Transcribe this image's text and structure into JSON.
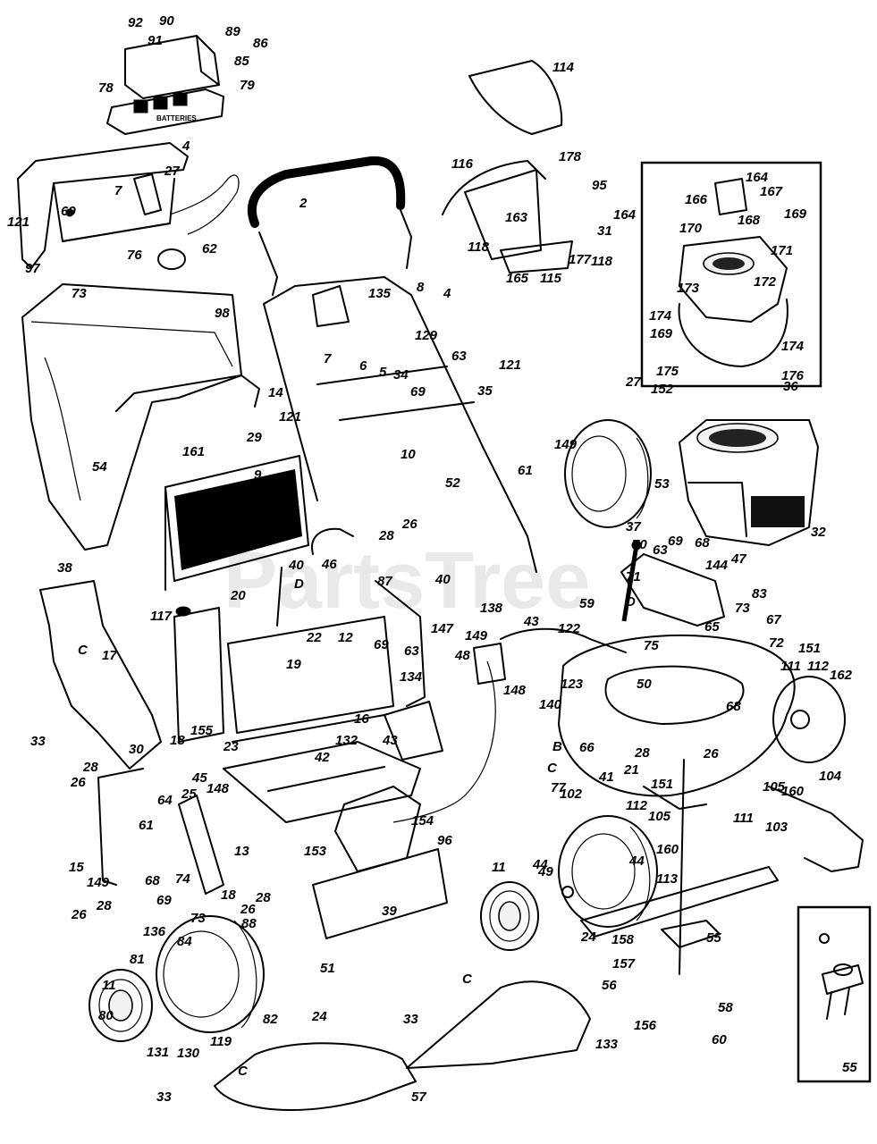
{
  "watermark": "PartsTree",
  "battery_text": "BATTERIES",
  "callouts": [
    {
      "id": "c92",
      "t": "92"
    },
    {
      "id": "c90",
      "t": "90"
    },
    {
      "id": "c91",
      "t": "91"
    },
    {
      "id": "c89",
      "t": "89"
    },
    {
      "id": "c86",
      "t": "86"
    },
    {
      "id": "c85",
      "t": "85"
    },
    {
      "id": "c78",
      "t": "78"
    },
    {
      "id": "c79",
      "t": "79"
    },
    {
      "id": "c4a",
      "t": "4"
    },
    {
      "id": "c27a",
      "t": "27"
    },
    {
      "id": "c7a",
      "t": "7"
    },
    {
      "id": "c121a",
      "t": "121"
    },
    {
      "id": "c69a",
      "t": "69"
    },
    {
      "id": "c76",
      "t": "76"
    },
    {
      "id": "c62",
      "t": "62"
    },
    {
      "id": "c97",
      "t": "97"
    },
    {
      "id": "c73a",
      "t": "73"
    },
    {
      "id": "c2",
      "t": "2"
    },
    {
      "id": "c114",
      "t": "114"
    },
    {
      "id": "c116",
      "t": "116"
    },
    {
      "id": "c178",
      "t": "178"
    },
    {
      "id": "c95",
      "t": "95"
    },
    {
      "id": "c164a",
      "t": "164"
    },
    {
      "id": "c163",
      "t": "163"
    },
    {
      "id": "c31",
      "t": "31"
    },
    {
      "id": "c118a",
      "t": "118"
    },
    {
      "id": "c118b",
      "t": "118"
    },
    {
      "id": "c165",
      "t": "165"
    },
    {
      "id": "c115",
      "t": "115"
    },
    {
      "id": "c177",
      "t": "177"
    },
    {
      "id": "c164b",
      "t": "164"
    },
    {
      "id": "c167",
      "t": "167"
    },
    {
      "id": "c166",
      "t": "166"
    },
    {
      "id": "c168",
      "t": "168"
    },
    {
      "id": "c169a",
      "t": "169"
    },
    {
      "id": "c170",
      "t": "170"
    },
    {
      "id": "c171",
      "t": "171"
    },
    {
      "id": "c173",
      "t": "173"
    },
    {
      "id": "c172",
      "t": "172"
    },
    {
      "id": "c174a",
      "t": "174"
    },
    {
      "id": "c169b",
      "t": "169"
    },
    {
      "id": "c174b",
      "t": "174"
    },
    {
      "id": "c175",
      "t": "175"
    },
    {
      "id": "c176",
      "t": "176"
    },
    {
      "id": "c135",
      "t": "135"
    },
    {
      "id": "c8",
      "t": "8"
    },
    {
      "id": "c4b",
      "t": "4"
    },
    {
      "id": "c98",
      "t": "98"
    },
    {
      "id": "c129",
      "t": "129"
    },
    {
      "id": "c7b",
      "t": "7"
    },
    {
      "id": "c6",
      "t": "6"
    },
    {
      "id": "c5",
      "t": "5"
    },
    {
      "id": "c34",
      "t": "34"
    },
    {
      "id": "c63a",
      "t": "63"
    },
    {
      "id": "c121b",
      "t": "121"
    },
    {
      "id": "c14",
      "t": "14"
    },
    {
      "id": "c69b",
      "t": "69"
    },
    {
      "id": "c35",
      "t": "35"
    },
    {
      "id": "c121c",
      "t": "121"
    },
    {
      "id": "c29",
      "t": "29"
    },
    {
      "id": "c10",
      "t": "10"
    },
    {
      "id": "c27b",
      "t": "27"
    },
    {
      "id": "c152",
      "t": "152"
    },
    {
      "id": "c36",
      "t": "36"
    },
    {
      "id": "c149a",
      "t": "149"
    },
    {
      "id": "c54",
      "t": "54"
    },
    {
      "id": "c161",
      "t": "161"
    },
    {
      "id": "c9",
      "t": "9"
    },
    {
      "id": "c61a",
      "t": "61"
    },
    {
      "id": "c52",
      "t": "52"
    },
    {
      "id": "c53",
      "t": "53"
    },
    {
      "id": "c37",
      "t": "37"
    },
    {
      "id": "c32",
      "t": "32"
    },
    {
      "id": "c28a",
      "t": "28"
    },
    {
      "id": "c26a",
      "t": "26"
    },
    {
      "id": "c46",
      "t": "46"
    },
    {
      "id": "c38",
      "t": "38"
    },
    {
      "id": "c40a",
      "t": "40"
    },
    {
      "id": "c40b",
      "t": "40"
    },
    {
      "id": "cD1",
      "t": "D"
    },
    {
      "id": "c87",
      "t": "87"
    },
    {
      "id": "c70",
      "t": "70"
    },
    {
      "id": "c63b",
      "t": "63"
    },
    {
      "id": "c69c",
      "t": "69"
    },
    {
      "id": "c68a",
      "t": "68"
    },
    {
      "id": "c144",
      "t": "144"
    },
    {
      "id": "c47",
      "t": "47"
    },
    {
      "id": "c20",
      "t": "20"
    },
    {
      "id": "c71",
      "t": "71"
    },
    {
      "id": "cD2",
      "t": "D"
    },
    {
      "id": "c83",
      "t": "83"
    },
    {
      "id": "cC1",
      "t": "C"
    },
    {
      "id": "c117",
      "t": "117"
    },
    {
      "id": "c22",
      "t": "22"
    },
    {
      "id": "c12",
      "t": "12"
    },
    {
      "id": "c69d",
      "t": "69"
    },
    {
      "id": "c63c",
      "t": "63"
    },
    {
      "id": "c138",
      "t": "138"
    },
    {
      "id": "c59",
      "t": "59"
    },
    {
      "id": "c43a",
      "t": "43"
    },
    {
      "id": "c65",
      "t": "65"
    },
    {
      "id": "c73b",
      "t": "73"
    },
    {
      "id": "c67",
      "t": "67"
    },
    {
      "id": "c17",
      "t": "17"
    },
    {
      "id": "c19",
      "t": "19"
    },
    {
      "id": "c147",
      "t": "147"
    },
    {
      "id": "c48",
      "t": "48"
    },
    {
      "id": "c149b",
      "t": "149"
    },
    {
      "id": "c122",
      "t": "122"
    },
    {
      "id": "c75",
      "t": "75"
    },
    {
      "id": "c72",
      "t": "72"
    },
    {
      "id": "c151a",
      "t": "151"
    },
    {
      "id": "c111a",
      "t": "111"
    },
    {
      "id": "c112a",
      "t": "112"
    },
    {
      "id": "c162",
      "t": "162"
    },
    {
      "id": "c123",
      "t": "123"
    },
    {
      "id": "c50",
      "t": "50"
    },
    {
      "id": "c33a",
      "t": "33"
    },
    {
      "id": "c155",
      "t": "155"
    },
    {
      "id": "c23",
      "t": "23"
    },
    {
      "id": "c16",
      "t": "16"
    },
    {
      "id": "c134",
      "t": "134"
    },
    {
      "id": "c148a",
      "t": "148"
    },
    {
      "id": "c140",
      "t": "140"
    },
    {
      "id": "c68b",
      "t": "68"
    },
    {
      "id": "c18",
      "t": "18"
    },
    {
      "id": "c30",
      "t": "30"
    },
    {
      "id": "c42",
      "t": "42"
    },
    {
      "id": "c132",
      "t": "132"
    },
    {
      "id": "c43b",
      "t": "43"
    },
    {
      "id": "cB",
      "t": "B"
    },
    {
      "id": "c66",
      "t": "66"
    },
    {
      "id": "c28b",
      "t": "28"
    },
    {
      "id": "c26b",
      "t": "26"
    },
    {
      "id": "c104",
      "t": "104"
    },
    {
      "id": "c28c",
      "t": "28"
    },
    {
      "id": "c26c",
      "t": "26"
    },
    {
      "id": "cC2",
      "t": "C"
    },
    {
      "id": "c21",
      "t": "21"
    },
    {
      "id": "c41",
      "t": "41"
    },
    {
      "id": "c151b",
      "t": "151"
    },
    {
      "id": "c105a",
      "t": "105"
    },
    {
      "id": "c160a",
      "t": "160"
    },
    {
      "id": "c77",
      "t": "77"
    },
    {
      "id": "c102",
      "t": "102"
    },
    {
      "id": "c112b",
      "t": "112"
    },
    {
      "id": "c111b",
      "t": "111"
    },
    {
      "id": "c103",
      "t": "103"
    },
    {
      "id": "c45",
      "t": "45"
    },
    {
      "id": "c148b",
      "t": "148"
    },
    {
      "id": "c64",
      "t": "64"
    },
    {
      "id": "c25",
      "t": "25"
    },
    {
      "id": "c15",
      "t": "15"
    },
    {
      "id": "c61b",
      "t": "61"
    },
    {
      "id": "c149c",
      "t": "149"
    },
    {
      "id": "c68c",
      "t": "68"
    },
    {
      "id": "c74",
      "t": "74"
    },
    {
      "id": "c13",
      "t": "13"
    },
    {
      "id": "c154",
      "t": "154"
    },
    {
      "id": "c96",
      "t": "96"
    },
    {
      "id": "c105b",
      "t": "105"
    },
    {
      "id": "c160b",
      "t": "160"
    },
    {
      "id": "c44a",
      "t": "44"
    },
    {
      "id": "c44b",
      "t": "44"
    },
    {
      "id": "c113",
      "t": "113"
    },
    {
      "id": "c153",
      "t": "153"
    },
    {
      "id": "c69e",
      "t": "69"
    },
    {
      "id": "c18b",
      "t": "18"
    },
    {
      "id": "c73c",
      "t": "73"
    },
    {
      "id": "c26d",
      "t": "26"
    },
    {
      "id": "c28d",
      "t": "28"
    },
    {
      "id": "c88",
      "t": "88"
    },
    {
      "id": "c26e",
      "t": "26"
    },
    {
      "id": "c28e",
      "t": "28"
    },
    {
      "id": "c11a",
      "t": "11"
    },
    {
      "id": "c49",
      "t": "49"
    },
    {
      "id": "c24a",
      "t": "24"
    },
    {
      "id": "c158",
      "t": "158"
    },
    {
      "id": "c55a",
      "t": "55"
    },
    {
      "id": "c157",
      "t": "157"
    },
    {
      "id": "c39",
      "t": "39"
    },
    {
      "id": "c136",
      "t": "136"
    },
    {
      "id": "c84",
      "t": "84"
    },
    {
      "id": "c81",
      "t": "81"
    },
    {
      "id": "c11b",
      "t": "11"
    },
    {
      "id": "c80",
      "t": "80"
    },
    {
      "id": "c82",
      "t": "82"
    },
    {
      "id": "c51",
      "t": "51"
    },
    {
      "id": "cC3",
      "t": "C"
    },
    {
      "id": "c56",
      "t": "56"
    },
    {
      "id": "c58",
      "t": "58"
    },
    {
      "id": "c33b",
      "t": "33"
    },
    {
      "id": "c24b",
      "t": "24"
    },
    {
      "id": "c156",
      "t": "156"
    },
    {
      "id": "c60",
      "t": "60"
    },
    {
      "id": "c133",
      "t": "133"
    },
    {
      "id": "c131",
      "t": "131"
    },
    {
      "id": "c130",
      "t": "130"
    },
    {
      "id": "c119",
      "t": "119"
    },
    {
      "id": "cC4",
      "t": "C"
    },
    {
      "id": "c57",
      "t": "57"
    },
    {
      "id": "c33c",
      "t": "33"
    },
    {
      "id": "c55b",
      "t": "55"
    }
  ]
}
